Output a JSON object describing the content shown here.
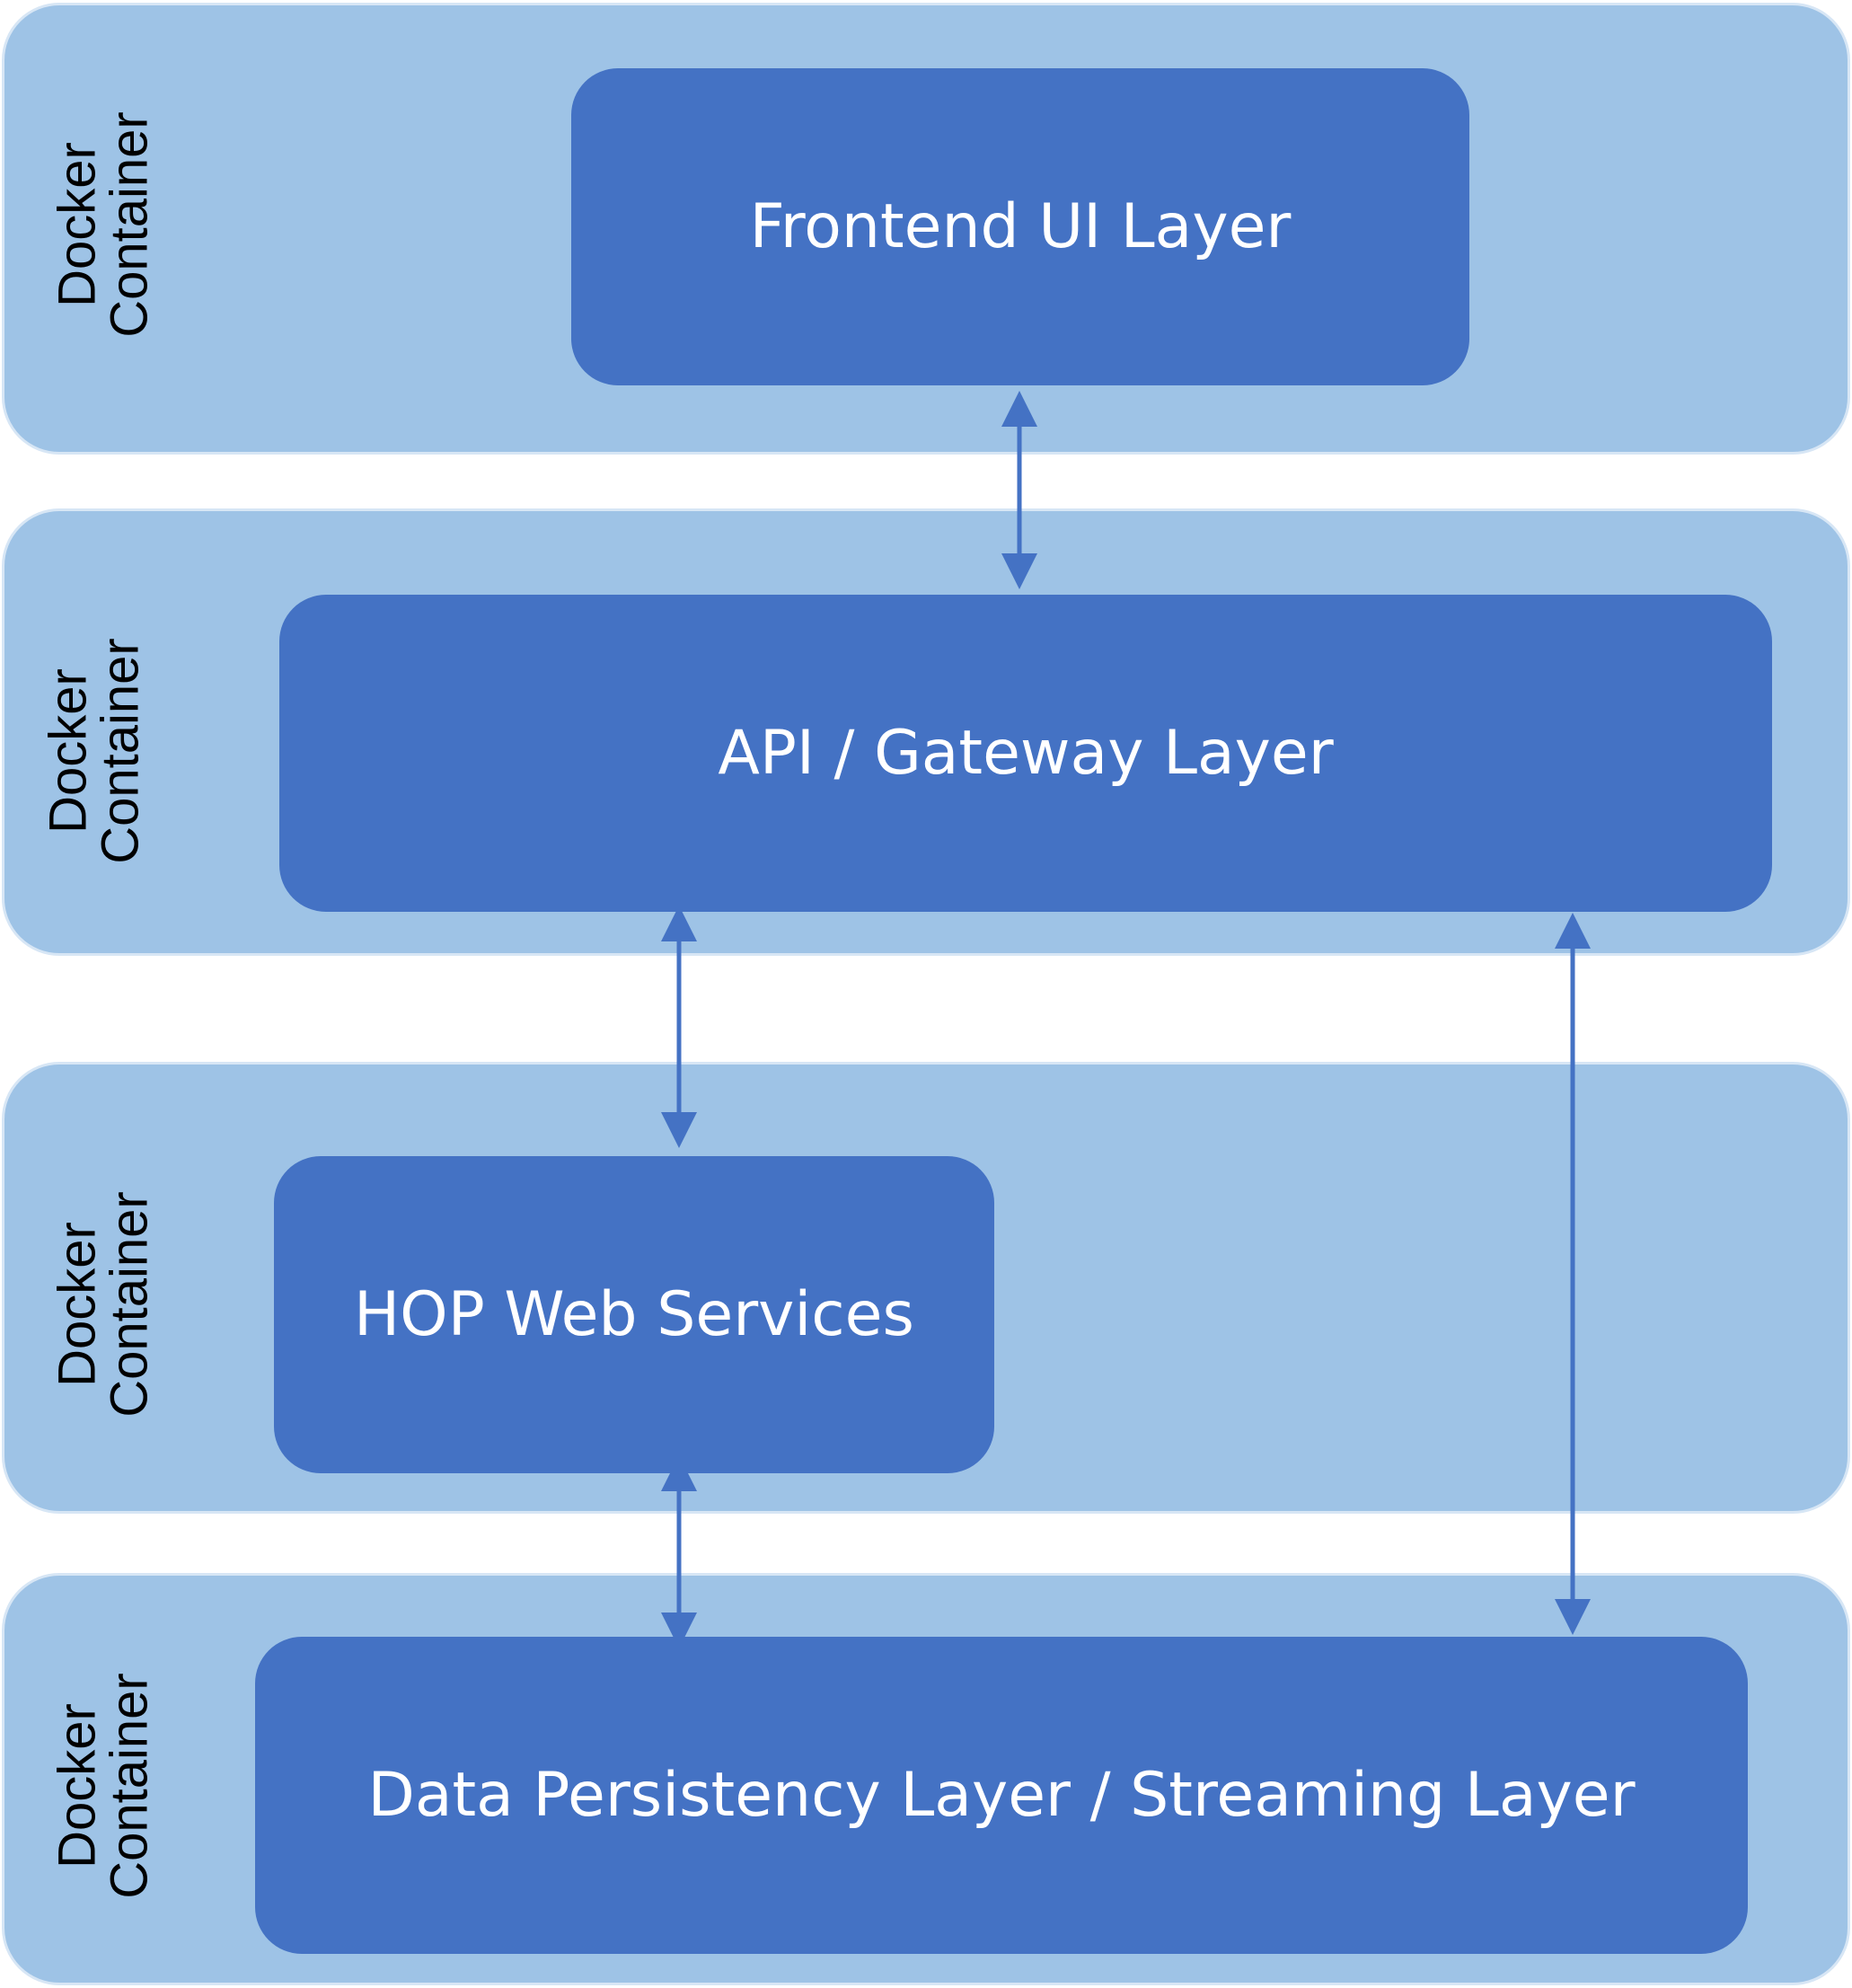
{
  "colors": {
    "container_fill": "#9ec3e6",
    "container_border": "#d7e6f5",
    "layer_fill": "#4472c4",
    "layer_text": "#ffffff",
    "arrow": "#4472c4",
    "container_label_text": "#000000"
  },
  "containers": [
    {
      "label_line1": "Docker",
      "label_line2": "Container",
      "layer": "Frontend UI Layer"
    },
    {
      "label_line1": "Docker",
      "label_line2": "Container",
      "layer": "API / Gateway Layer"
    },
    {
      "label_line1": "Docker",
      "label_line2": "Container",
      "layer": "HOP Web Services"
    },
    {
      "label_line1": "Docker",
      "label_line2": "Container",
      "layer": "Data Persistency Layer / Streaming Layer"
    }
  ],
  "connections": [
    {
      "from": "Frontend UI Layer",
      "to": "API / Gateway Layer",
      "bidirectional": true
    },
    {
      "from": "API / Gateway Layer",
      "to": "HOP Web Services",
      "bidirectional": true
    },
    {
      "from": "API / Gateway Layer",
      "to": "Data Persistency Layer / Streaming Layer",
      "bidirectional": true
    },
    {
      "from": "HOP Web Services",
      "to": "Data Persistency Layer / Streaming Layer",
      "bidirectional": true
    }
  ]
}
